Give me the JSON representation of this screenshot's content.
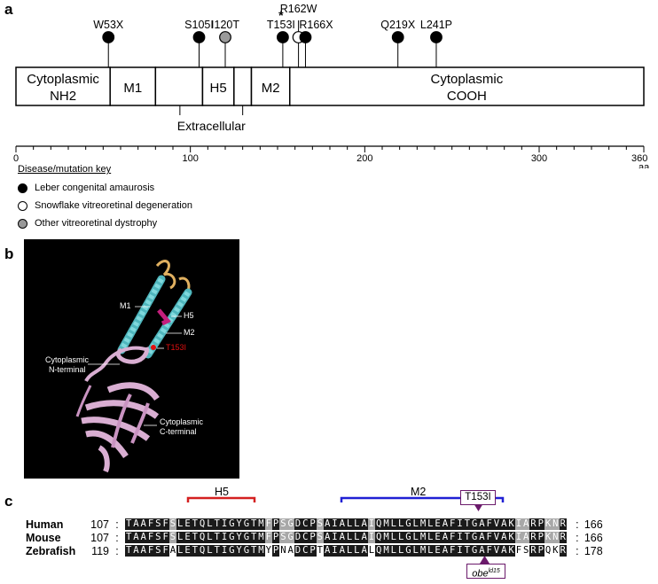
{
  "panel_a": {
    "letter": "a",
    "mutations": [
      {
        "label": "W53X",
        "position": 53,
        "type": "lca"
      },
      {
        "label": "S105I",
        "position": 105,
        "type": "lca"
      },
      {
        "label": "I120T",
        "position": 120,
        "type": "other"
      },
      {
        "label": "T153I",
        "position": 153,
        "type": "lca"
      },
      {
        "label": "R162W",
        "position": 162,
        "type": "snowflake"
      },
      {
        "label": "R166X",
        "position": 166,
        "type": "lca"
      },
      {
        "label": "Q219X",
        "position": 219,
        "type": "lca"
      },
      {
        "label": "L241P",
        "position": 241,
        "type": "lca"
      }
    ],
    "asterisk": "*",
    "domains": [
      {
        "label1": "Cytoplasmic",
        "label2": "NH2",
        "start": 0,
        "end": 54
      },
      {
        "label1": "M1",
        "label2": "",
        "start": 54,
        "end": 80
      },
      {
        "label1": "",
        "label2": "",
        "start": 80,
        "end": 107
      },
      {
        "label1": "H5",
        "label2": "",
        "start": 107,
        "end": 125
      },
      {
        "label1": "",
        "label2": "",
        "start": 125,
        "end": 135
      },
      {
        "label1": "M2",
        "label2": "",
        "start": 135,
        "end": 157
      },
      {
        "label1": "Cytoplasmic",
        "label2": "COOH",
        "start": 157,
        "end": 360
      }
    ],
    "extracellular_label": "Extracellular",
    "axis": {
      "ticks": [
        "0",
        "100",
        "200",
        "300",
        "360"
      ],
      "unit": "aa",
      "min": 0,
      "max": 360
    },
    "key": {
      "title": "Disease/mutation key",
      "items": [
        {
          "label": "Leber congenital amaurosis",
          "color": "#000000"
        },
        {
          "label": "Snowflake vitreoretinal degeneration",
          "color": "#ffffff"
        },
        {
          "label": "Other vitreoretinal dystrophy",
          "color": "#999999"
        }
      ]
    }
  },
  "panel_b": {
    "letter": "b",
    "labels": {
      "m1": "M1",
      "h5": "H5",
      "m2": "M2",
      "t153i": "T153I",
      "n_term_1": "Cytoplasmic",
      "n_term_2": "N-terminal",
      "c_term_1": "Cytoplasmic",
      "c_term_2": "C-terminal"
    },
    "colors": {
      "helix": "#7fd8dc",
      "sheet": "#d9aed2",
      "pore": "#c41f7c",
      "mutation": "#e01010",
      "loop": "#e0b060"
    }
  },
  "panel_c": {
    "letter": "c",
    "h5_label": "H5",
    "m2_label": "M2",
    "t153i_label": "T153I",
    "obe_label": "obe",
    "obe_sup": "ld15",
    "rows": [
      {
        "name": "Human",
        "start": "107",
        "end": "166",
        "seq": "TAAFSFSLETQLTIGYGTMFPSGDCPSAIALLAIQMLLGLMLEAFITGAFVAKIARPKNR"
      },
      {
        "name": "Mouse",
        "start": "107",
        "end": "166",
        "seq": "TAAFSFSLETQLTIGYGTMFPSGDCPSAIALLAIQMLLGLMLEAFITGAFVAKIARPKNR"
      },
      {
        "name": "Zebrafish",
        "start": "119",
        "end": "178",
        "seq": "TAAFSFALETQLTIGYGTMYPNADCPTAIALLALQMLLGLMLEAFITGAFVAKFSRPQKR"
      }
    ],
    "colon": ":"
  }
}
